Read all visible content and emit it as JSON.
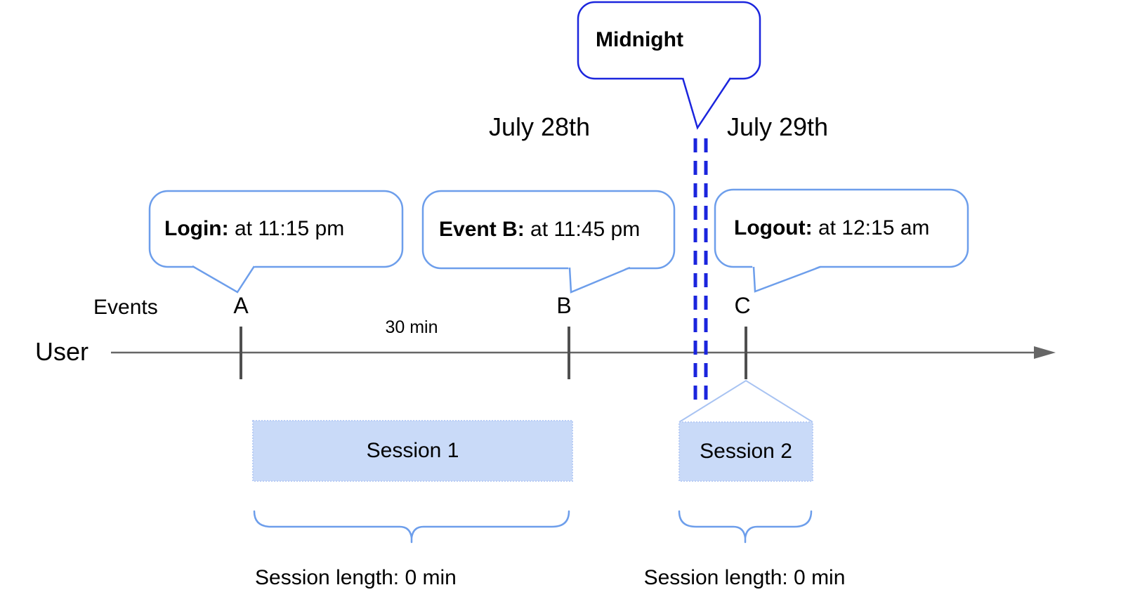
{
  "diagram": {
    "title_hidden": "",
    "user_row_label": "User",
    "events_row_label": "Events",
    "interval_label": "30 min",
    "dates": {
      "left": "July 28th",
      "right": "July 29th"
    },
    "midnight": {
      "label": "Midnight"
    },
    "events": [
      {
        "id": "A",
        "callout_label": "Login:",
        "callout_text": " at 11:15 pm"
      },
      {
        "id": "B",
        "callout_label": "Event B:",
        "callout_text": " at 11:45 pm"
      },
      {
        "id": "C",
        "callout_label": "Logout:",
        "callout_text": " at 12:15 am"
      }
    ],
    "sessions": [
      {
        "name": "Session 1",
        "length_label": "Session length: 0 min"
      },
      {
        "name": "Session 2",
        "length_label": "Session length: 0 min"
      }
    ]
  },
  "colors": {
    "deep_blue": "#1b25dd",
    "cornflower": "#6d9eeb",
    "session_fill": "#c9daf8",
    "session_border": "#b9cdf5",
    "connector_light": "#a8c3f2",
    "line_gray": "#666666",
    "tick_gray": "#4f4f4f",
    "text_black": "#000000"
  }
}
